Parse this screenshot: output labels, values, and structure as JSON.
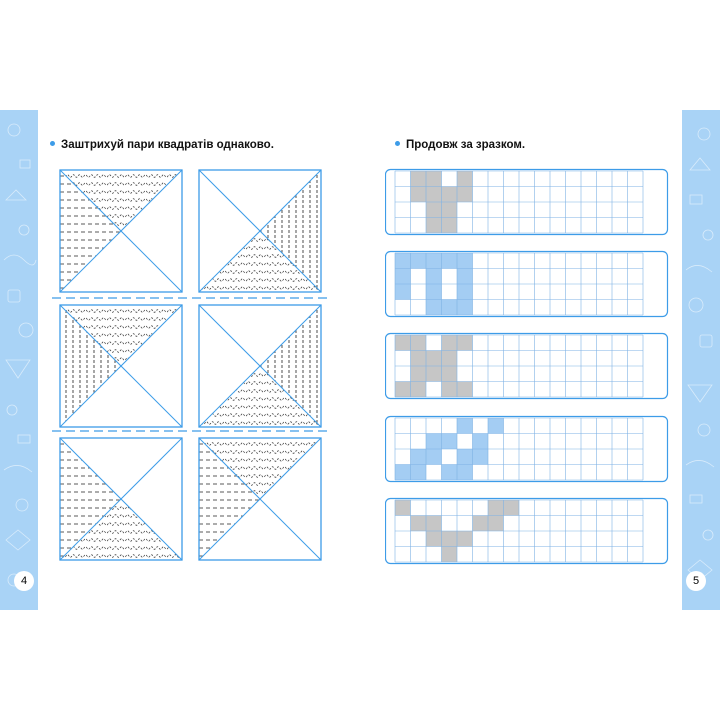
{
  "left_page": {
    "number": "4",
    "instruction": "Заштрихуй пари квадратів однаково."
  },
  "right_page": {
    "number": "5",
    "instruction": "Продовж за зразком."
  },
  "colors": {
    "accent": "#3d9ce8",
    "strip": "#a9d3f6",
    "cell_line": "#7fb2e5",
    "gray_fill": "#c6c6c6",
    "blue_fill": "#a4cdf3"
  },
  "squares": [
    {
      "row": 0,
      "col": 0,
      "hatched": [
        {
          "side": "top",
          "pattern": "wave"
        },
        {
          "side": "left",
          "pattern": "dash"
        }
      ]
    },
    {
      "row": 0,
      "col": 1,
      "hatched": [
        {
          "side": "right",
          "pattern": "vertical"
        },
        {
          "side": "bottom",
          "pattern": "wave"
        }
      ]
    },
    {
      "row": 1,
      "col": 0,
      "hatched": [
        {
          "side": "top",
          "pattern": "wave"
        },
        {
          "side": "left",
          "pattern": "vertical"
        }
      ]
    },
    {
      "row": 1,
      "col": 1,
      "hatched": [
        {
          "side": "right",
          "pattern": "vertical"
        },
        {
          "side": "bottom",
          "pattern": "wave"
        }
      ]
    },
    {
      "row": 2,
      "col": 0,
      "hatched": [
        {
          "side": "left",
          "pattern": "dash"
        },
        {
          "side": "bottom",
          "pattern": "wave"
        }
      ]
    },
    {
      "row": 2,
      "col": 1,
      "hatched": [
        {
          "side": "top",
          "pattern": "wave"
        },
        {
          "side": "left",
          "pattern": "dash"
        }
      ]
    }
  ],
  "grids": [
    {
      "color": "gray",
      "cells": [
        [
          0,
          1
        ],
        [
          0,
          2
        ],
        [
          0,
          4
        ],
        [
          1,
          1
        ],
        [
          1,
          2
        ],
        [
          1,
          3
        ],
        [
          1,
          4
        ],
        [
          2,
          2
        ],
        [
          2,
          3
        ],
        [
          3,
          2
        ],
        [
          3,
          3
        ]
      ]
    },
    {
      "color": "blue",
      "cells": [
        [
          0,
          0
        ],
        [
          0,
          1
        ],
        [
          0,
          2
        ],
        [
          0,
          3
        ],
        [
          0,
          4
        ],
        [
          1,
          0
        ],
        [
          1,
          2
        ],
        [
          1,
          4
        ],
        [
          2,
          0
        ],
        [
          2,
          2
        ],
        [
          2,
          4
        ],
        [
          3,
          2
        ],
        [
          3,
          3
        ],
        [
          3,
          4
        ]
      ]
    },
    {
      "color": "gray",
      "cells": [
        [
          0,
          0
        ],
        [
          0,
          1
        ],
        [
          0,
          3
        ],
        [
          0,
          4
        ],
        [
          1,
          1
        ],
        [
          1,
          2
        ],
        [
          1,
          3
        ],
        [
          2,
          1
        ],
        [
          2,
          2
        ],
        [
          2,
          3
        ],
        [
          3,
          0
        ],
        [
          3,
          1
        ],
        [
          3,
          3
        ],
        [
          3,
          4
        ]
      ]
    },
    {
      "color": "blue",
      "cells": [
        [
          0,
          4
        ],
        [
          0,
          6
        ],
        [
          1,
          2
        ],
        [
          1,
          3
        ],
        [
          1,
          5
        ],
        [
          2,
          1
        ],
        [
          2,
          2
        ],
        [
          2,
          4
        ],
        [
          2,
          5
        ],
        [
          3,
          0
        ],
        [
          3,
          1
        ],
        [
          3,
          3
        ],
        [
          3,
          4
        ]
      ]
    },
    {
      "color": "gray",
      "cells": [
        [
          0,
          0
        ],
        [
          0,
          6
        ],
        [
          0,
          7
        ],
        [
          1,
          1
        ],
        [
          1,
          2
        ],
        [
          1,
          5
        ],
        [
          1,
          6
        ],
        [
          2,
          2
        ],
        [
          2,
          3
        ],
        [
          2,
          4
        ],
        [
          3,
          3
        ]
      ]
    }
  ]
}
